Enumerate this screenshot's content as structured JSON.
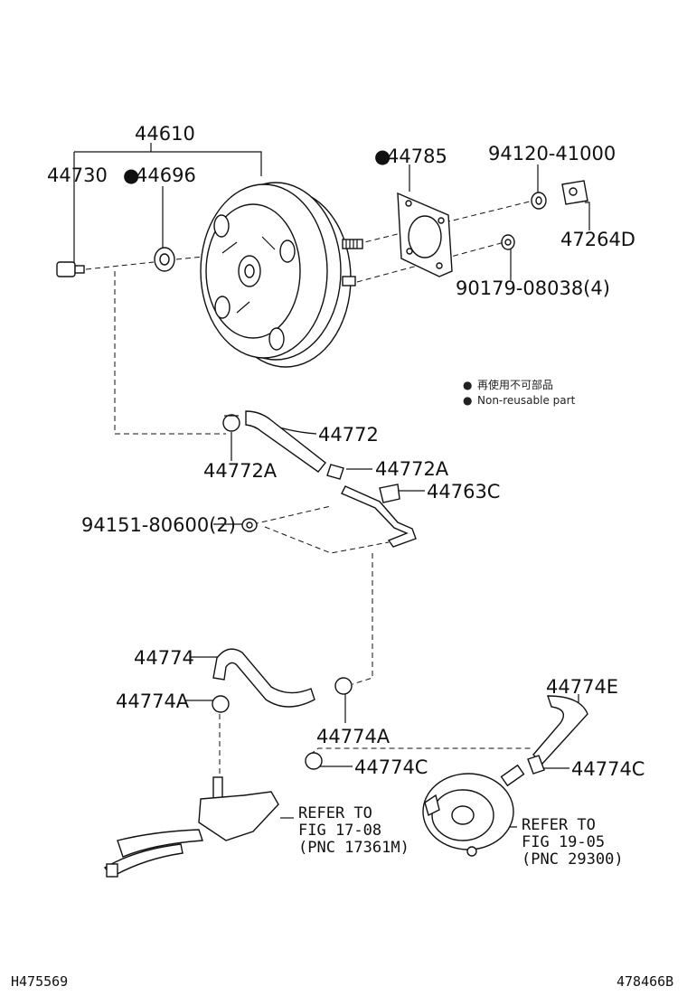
{
  "parts": {
    "p44610": "44610",
    "p44730": "44730",
    "p44696": "44696",
    "p44785": "44785",
    "p94120": "94120-41000",
    "p47264D": "47264D",
    "p90179": "90179-08038(4)",
    "p44772": "44772",
    "p44772A_left": "44772A",
    "p44772A_right": "44772A",
    "p44763C": "44763C",
    "p94151": "94151-80600(2)",
    "p44774": "44774",
    "p44774A_left": "44774A",
    "p44774A_bottom": "44774A",
    "p44774E": "44774E",
    "p44774C_left": "44774C",
    "p44774C_right": "44774C"
  },
  "legend": {
    "japanese": "再使用不可部品",
    "english": "Non-reusable part",
    "marker": "●"
  },
  "refs": {
    "left": {
      "line1": "REFER TO",
      "line2": "FIG 17-08",
      "line3": "(PNC 17361M)"
    },
    "right": {
      "line1": "REFER TO",
      "line2": "FIG 19-05",
      "line3": "(PNC 29300)"
    }
  },
  "footer": {
    "left": "H475569",
    "right": "478466B"
  }
}
